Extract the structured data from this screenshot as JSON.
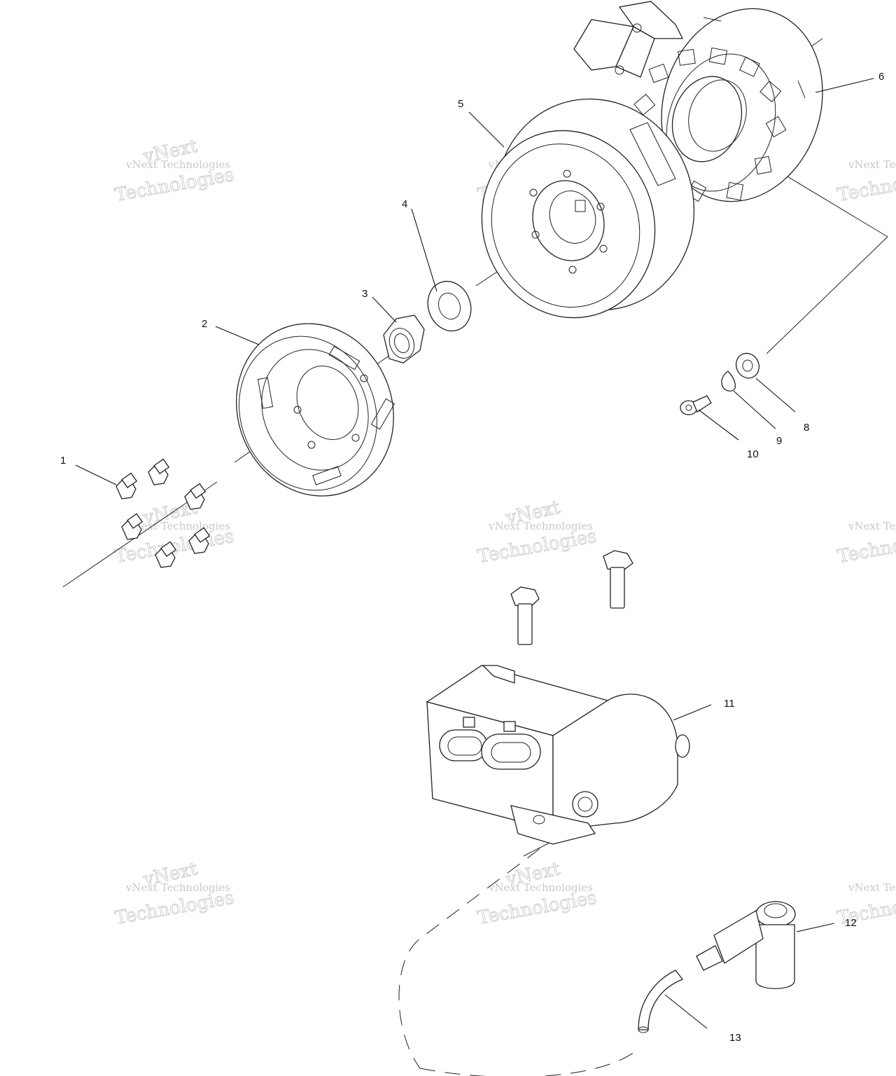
{
  "callouts": [
    "1",
    "2",
    "3",
    "4",
    "5",
    "6",
    "8",
    "9",
    "10",
    "11",
    "12",
    "13"
  ],
  "watermark": {
    "line1": "vNext Technologies",
    "line2": "Technologies",
    "line3": "vNext"
  },
  "icons": {
    "bolts": "hex-bolt-icon",
    "nut": "hex-nut-icon",
    "washer": "washer-icon"
  }
}
